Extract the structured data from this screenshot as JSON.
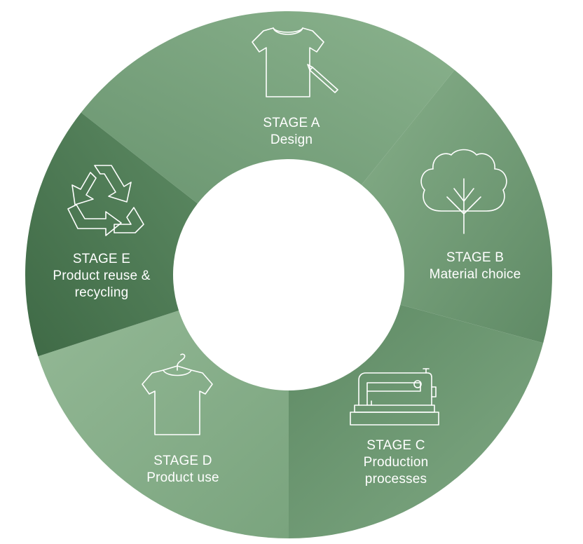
{
  "stages": [
    {
      "id": "a",
      "title": "STAGE A",
      "lines": [
        "Design"
      ],
      "color": "#7fa784",
      "icon": "tshirt-pencil-icon"
    },
    {
      "id": "b",
      "title": "STAGE B",
      "lines": [
        "Material choice"
      ],
      "color": "#6f9a74",
      "icon": "cotton-plant-icon"
    },
    {
      "id": "c",
      "title": "STAGE C",
      "lines": [
        "Production",
        "processes"
      ],
      "color": "#6d9671",
      "icon": "sewing-machine-icon"
    },
    {
      "id": "d",
      "title": "STAGE D",
      "lines": [
        "Product use"
      ],
      "color": "#86ad89",
      "icon": "tshirt-hanger-icon"
    },
    {
      "id": "e",
      "title": "STAGE E",
      "lines": [
        "Product reuse &",
        "recycling"
      ],
      "color": "#4f7a55",
      "icon": "recycle-icon"
    }
  ]
}
